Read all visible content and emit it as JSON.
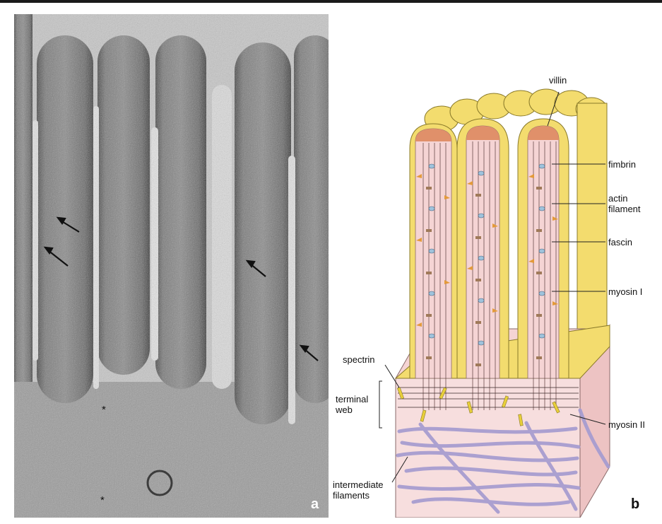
{
  "panel_a": {
    "letter": "a",
    "marks": {
      "asterisk": "*"
    }
  },
  "panel_b": {
    "letter": "b",
    "labels": {
      "villin": "villin",
      "fimbrin": "fimbrin",
      "actin_filament": "actin\nfilament",
      "fascin": "fascin",
      "myosin_i": "myosin I",
      "spectrin": "spectrin",
      "terminal_web": "terminal\nweb",
      "myosin_ii": "myosin II",
      "intermediate_filaments": "intermediate\nfilaments"
    }
  },
  "colors": {
    "membrane": "#f3dc6e",
    "cytoplasm": "#f5d4d4",
    "villin_cap": "#e0906a",
    "fimbrin": "#9fc3dc",
    "fascin": "#a07a5a",
    "myosin": "#e39a3a",
    "intermediate_filament": "#a79dd0",
    "micrograph_bg": "#b8b8b8"
  }
}
